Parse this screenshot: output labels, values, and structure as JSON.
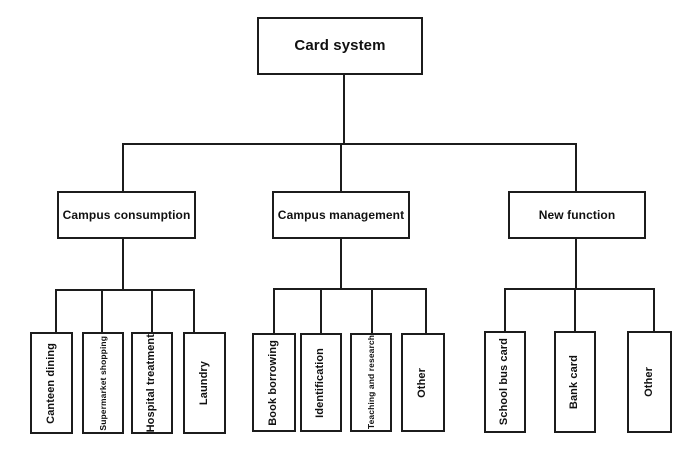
{
  "diagram": {
    "type": "tree",
    "title": "Card system",
    "orientation": "top-down",
    "colors": {
      "background": "#ffffff",
      "stroke": "#1c1c1c",
      "text": "#111111"
    },
    "root": {
      "label": "Card system"
    },
    "branches": [
      {
        "label": "Campus consumption",
        "children": [
          {
            "label": "Canteen dining",
            "text_size": "normal"
          },
          {
            "label": "Supermarket shopping",
            "text_size": "small"
          },
          {
            "label": "Hospital treatment",
            "text_size": "normal"
          },
          {
            "label": "Laundry",
            "text_size": "normal"
          }
        ]
      },
      {
        "label": "Campus management",
        "children": [
          {
            "label": "Book borrowing",
            "text_size": "normal"
          },
          {
            "label": "Identification",
            "text_size": "normal"
          },
          {
            "label": "Teaching and research",
            "text_size": "small"
          },
          {
            "label": "Other",
            "text_size": "normal"
          }
        ]
      },
      {
        "label": "New function",
        "children": [
          {
            "label": "School bus card",
            "text_size": "normal"
          },
          {
            "label": "Bank card",
            "text_size": "normal"
          },
          {
            "label": "Other",
            "text_size": "normal"
          }
        ]
      }
    ]
  }
}
